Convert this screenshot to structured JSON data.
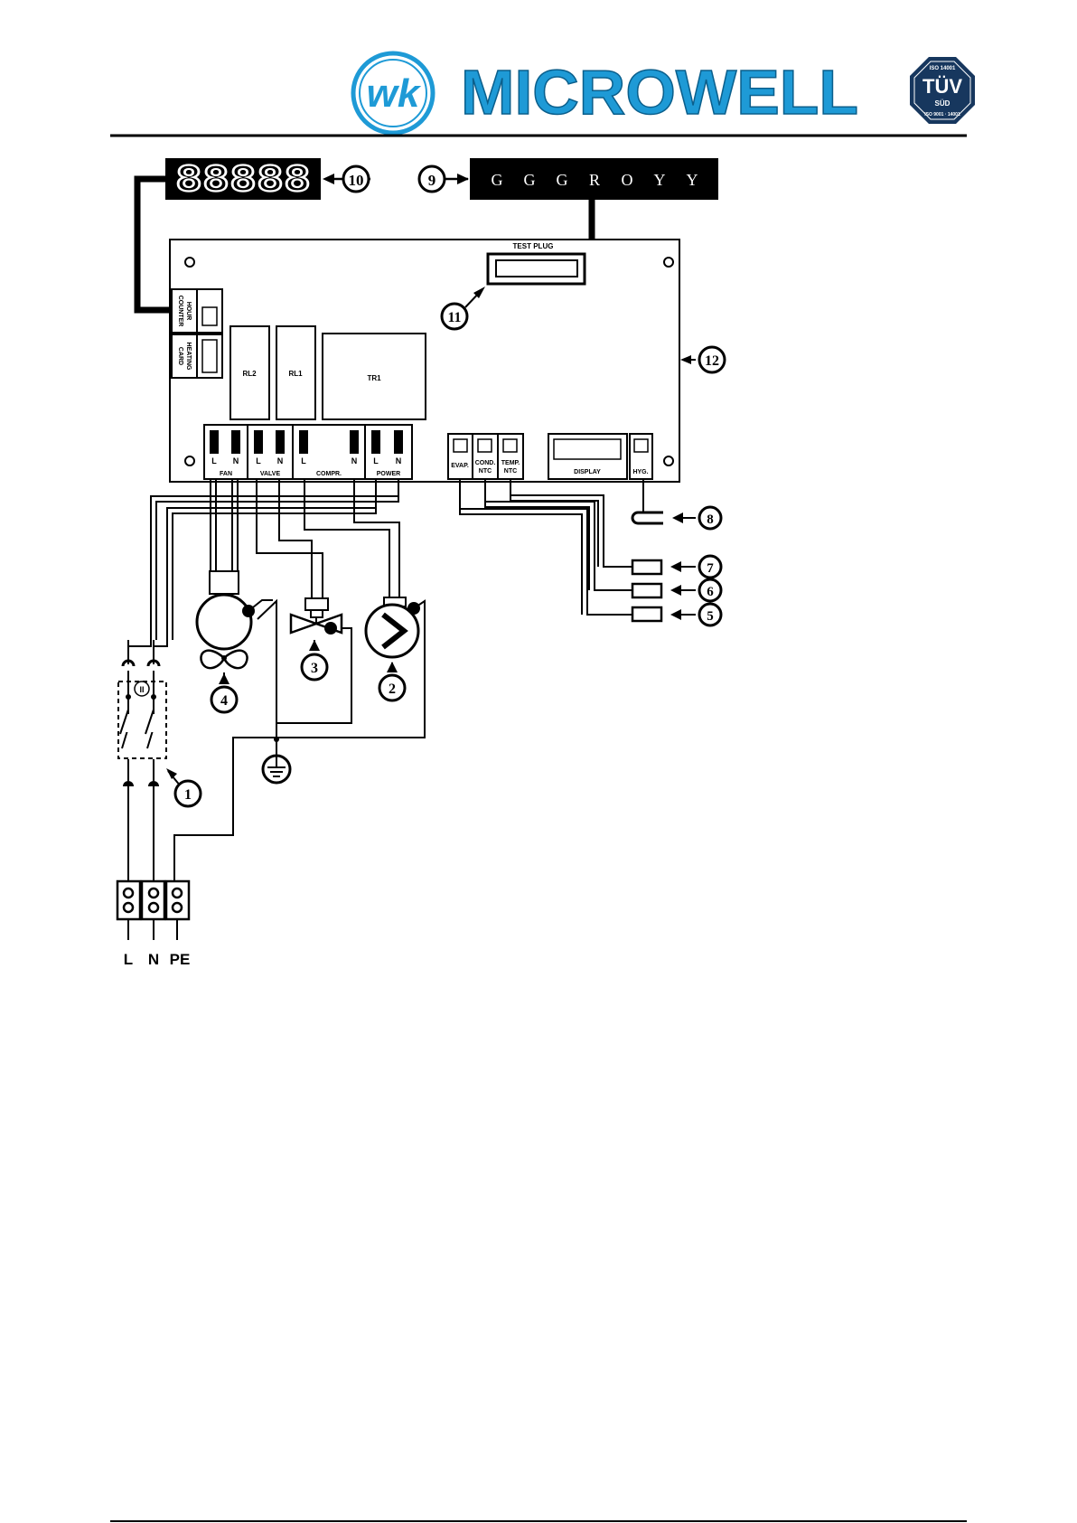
{
  "header": {
    "brand_name": "MICROWELL",
    "logo_mark": "wk",
    "cert_badge": {
      "top": "ISO 14001",
      "main": "TÜV",
      "sub": "SÜD",
      "ring": "ISO 9001 · 14001"
    },
    "brand_color": "#1e9ad6"
  },
  "display": {
    "digits": "88888",
    "callout": "10"
  },
  "connector": {
    "callout": "9",
    "pins": [
      "G",
      "G",
      "G",
      "R",
      "O",
      "Y",
      "Y"
    ]
  },
  "board": {
    "callout": "12",
    "test_plug": {
      "label": "TEST PLUG",
      "callout": "11"
    },
    "side_left": [
      {
        "label_lines": [
          "HOUR",
          "COUNTER"
        ]
      },
      {
        "label_lines": [
          "HEATING",
          "CARD"
        ]
      }
    ],
    "relays": [
      {
        "label": "RL2"
      },
      {
        "label": "RL1"
      }
    ],
    "transformer": {
      "label": "TR1"
    },
    "terminals": [
      {
        "name": "FAN",
        "pins": [
          "L",
          "N"
        ]
      },
      {
        "name": "VALVE",
        "pins": [
          "L",
          "N"
        ]
      },
      {
        "name": "COMPR.",
        "pins": [
          "L",
          "N"
        ]
      },
      {
        "name": "POWER",
        "pins": [
          "L",
          "N"
        ]
      }
    ],
    "sensor_ports": [
      {
        "label_lines": [
          "EVAP."
        ]
      },
      {
        "label_lines": [
          "COND.",
          "NTC"
        ]
      },
      {
        "label_lines": [
          "TEMP.",
          "NTC"
        ]
      }
    ],
    "display_port": {
      "label": "DISPLAY"
    },
    "hyg_port": {
      "label": "HYG."
    }
  },
  "components": {
    "switch_mark": "II",
    "callouts": {
      "switch": "1",
      "compressor": "2",
      "valve": "3",
      "fan": "4",
      "sensor_5": "5",
      "sensor_6": "6",
      "sensor_7": "7",
      "hygrostat": "8"
    }
  },
  "supply": {
    "labels": [
      "L",
      "N",
      "PE"
    ]
  }
}
